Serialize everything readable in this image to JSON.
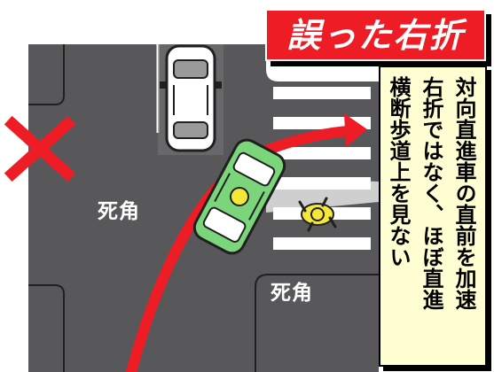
{
  "title": "誤った右折",
  "caption_lines": [
    "対向直進車の直前を加速",
    "右折ではなく、ほぼ直進",
    "横断歩道上を見ない"
  ],
  "blind_spot_labels": [
    "死角",
    "死角"
  ],
  "colors": {
    "road": "#58585a",
    "sidewalk": "#ffffff",
    "crosswalk_stripe": "#ffffff",
    "title_bg": "#ee1c25",
    "title_text": "#ffffff",
    "caption_bg": "#fffed3",
    "turning_car": "#7bd67b",
    "oncoming_car": "#ffffff",
    "pedestrian": "#f5e63a",
    "arrow": "#ee1c25",
    "cross_mark": "#ee1c25"
  },
  "icons": [
    "cross-mark-icon",
    "car-icon",
    "pedestrian-icon",
    "arrow-icon"
  ]
}
